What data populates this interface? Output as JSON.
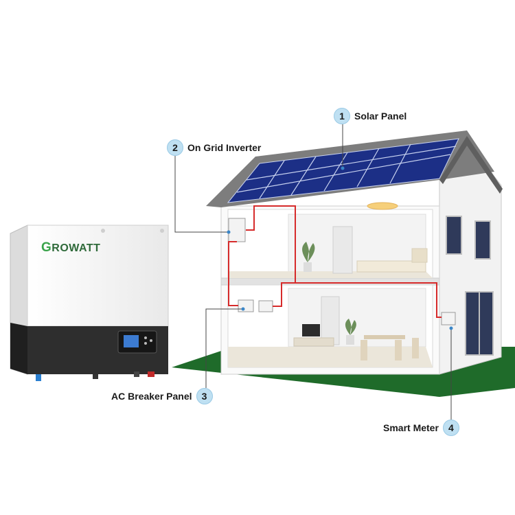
{
  "callouts": [
    {
      "number": "1",
      "label": "Solar Panel"
    },
    {
      "number": "2",
      "label": "On Grid Inverter"
    },
    {
      "number": "3",
      "label": "AC Breaker Panel"
    },
    {
      "number": "4",
      "label": "Smart Meter"
    }
  ],
  "inverter": {
    "brand_first": "G",
    "brand_rest": "ROWATT"
  },
  "colors": {
    "lawn": "#1f6b2a",
    "wire": "#d62a2a",
    "panel": "#1c2f86",
    "roof": "#7d7d7d",
    "callout_badge": "#bfe0f2"
  }
}
